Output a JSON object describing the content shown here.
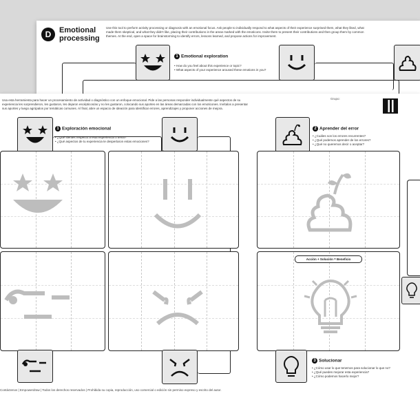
{
  "back_sheet": {
    "title": "Emotional processing",
    "description": "Use this tool to perform activity processing or diagnosis with an emotional focus. Ask people to individually respond to what aspects of their experience surprised them, what they liked, what made them skeptical, and what they didn't like, placing their contributions in the areas marked with the emoticons. Invite them to present their contributions and then group them by common themes. At the end, open a space for brainstorming to identify errors, lessons learned, and propose actions for improvement.",
    "section1": {
      "number": "1",
      "title": "Emotional exploration",
      "questions": [
        "How do you feel about this experience or topic?",
        "What aspects of your experience aroused these emotions in you?"
      ]
    }
  },
  "front_sheet": {
    "description": "Usa esta herramienta para hacer un procesamiento de actividad o diagnóstico con un enfoque emocional. Pide a las personas responder individualmente qué aspectos de su experiencia les sorprendieron, les gustaron, les dejaron escépticos/as y no les gustaron, colocando sus aportes en las áreas demarcadas con los emoticones. Invítalos a presentar sus aportes y luego agrúpalos por temáticas comunes. Al final, abre un espacio de ideación para identificar errores, aprendizajes y proponer acciones de mejora.",
    "group_label": "Grupo:",
    "section1": {
      "number": "1",
      "title": "Exploración emocional",
      "questions": [
        "¿Qué sientes respecto a esta experiencia o tema?",
        "¿Qué aspectos de tu experiencia te despertaron estas emociones?"
      ]
    },
    "section2": {
      "number": "2",
      "title": "Aprender del error",
      "questions": [
        "¿Cuáles son los errores recurrentes?",
        "¿Qué podemos aprender de los errores?",
        "¿Qué no queremos decir o aceptar?"
      ]
    },
    "section3": {
      "number": "3",
      "title": "Solucionar",
      "pill": "Acción + Solución = Beneficio",
      "questions": [
        "¿Cómo usar lo que tenemos para solucionar lo que no?",
        "¿Qué puedes mejorar esta experiencia?",
        "¿Cómo podemos hacerlo mejor?"
      ]
    },
    "footer": "Contáctenos | Empowerdraw | Todos los derechos reservados | Prohibida su copia, reproducción, uso comercial o edición sin permiso expreso y escrito del autor."
  },
  "icons": [
    "star-eyes-face-icon",
    "smile-face-icon",
    "skeptical-face-icon",
    "sad-face-icon",
    "poop-sprout-icon",
    "lightbulb-icon",
    "qr-code-icon"
  ]
}
